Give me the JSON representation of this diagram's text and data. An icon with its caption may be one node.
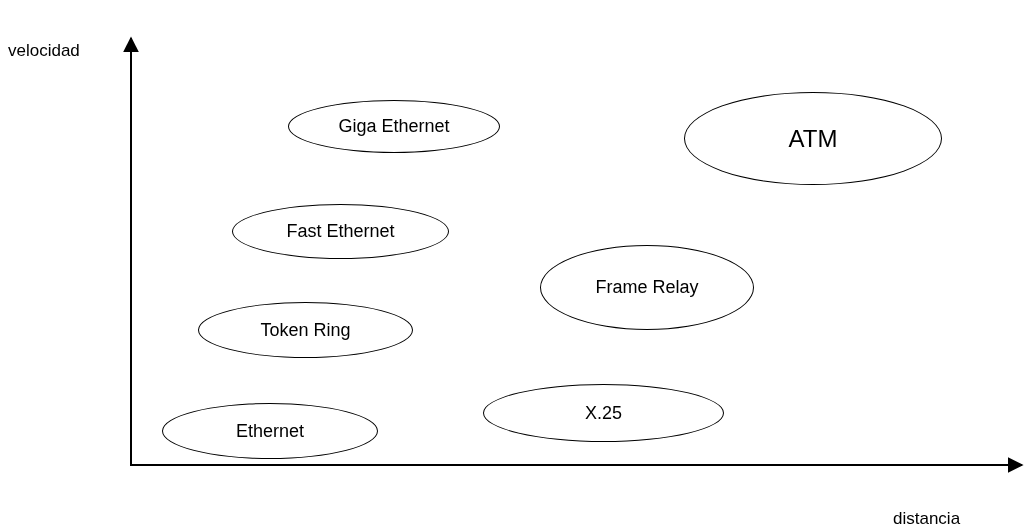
{
  "diagram": {
    "nodes": [
      {
        "text": [
          "Giga Ethernet"
        ]
      },
      {
        "text": [
          "ATM"
        ]
      },
      {
        "text": [
          "Fast Ethernet"
        ]
      },
      {
        "text": [
          "Frame Relay"
        ]
      },
      {
        "text": [
          "Token Ring"
        ]
      },
      {
        "text": [
          "X.25"
        ]
      },
      {
        "text": [
          "Ethernet"
        ]
      }
    ],
    "labels": [
      "velocidad",
      "distancia"
    ]
  }
}
